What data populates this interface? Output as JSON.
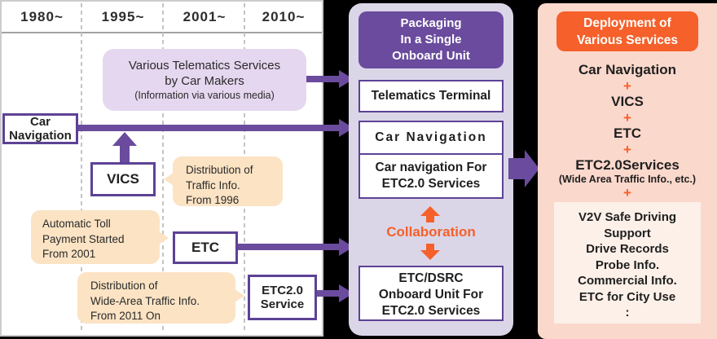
{
  "colors": {
    "purple": "#6A4B9D",
    "purple_border": "#5D4295",
    "lavender_panel": "#DBD6E7",
    "light_purple_box": "#E6D7F0",
    "peach_bubble": "#FBE3C4",
    "orange_accent": "#F5602B",
    "pink_panel": "#FBD8CC",
    "pink_inner_box": "#FCF0E9"
  },
  "timeline": {
    "year1": "1980~",
    "year2": "1995~",
    "year3": "2001~",
    "year4": "2010~"
  },
  "left": {
    "telematics_box": {
      "line1": "Various Telematics Services",
      "line2": "by Car Makers",
      "line3": "(Information via various media)"
    },
    "car_navigation": {
      "line1": "Car",
      "line2": "Navigation"
    },
    "vics_label": "VICS",
    "etc_label": "ETC",
    "etc20_box": {
      "line1": "ETC2.0",
      "line2": "Service"
    },
    "bubble_traffic": {
      "line1": "Distribution of",
      "line2": "Traffic Info.",
      "line3": "From 1996"
    },
    "bubble_toll": {
      "line1": "Automatic Toll",
      "line2": "Payment Started",
      "line3": "From 2001"
    },
    "bubble_widearea": {
      "line1": "Distribution of",
      "line2": "Wide-Area Traffic Info.",
      "line3": "From 2011 On"
    }
  },
  "middle": {
    "header": {
      "line1": "Packaging",
      "line2": "In a Single",
      "line3": "Onboard Unit"
    },
    "telematics_terminal": "Telematics Terminal",
    "car_navigation": "Car Navigation",
    "car_nav_etc20": {
      "line1": "Car navigation For",
      "line2": "ETC2.0 Services"
    },
    "collaboration": "Collaboration",
    "etc_dsrc": {
      "line1": "ETC/DSRC",
      "line2": "Onboard Unit For",
      "line3": "ETC2.0 Services"
    }
  },
  "right": {
    "header": {
      "line1": "Deployment of",
      "line2": "Various Services"
    },
    "plus": "+",
    "service1": "Car Navigation",
    "service2": "VICS",
    "service3": "ETC",
    "service4": "ETC2.0Services",
    "service4_note": "(Wide Area Traffic Info., etc.)",
    "future_box": {
      "line1": "V2V Safe Driving",
      "line2": "Support",
      "line3": "Drive Records",
      "line4": "Probe Info.",
      "line5": "Commercial Info.",
      "line6": "ETC for City Use",
      "line7": ":"
    }
  }
}
